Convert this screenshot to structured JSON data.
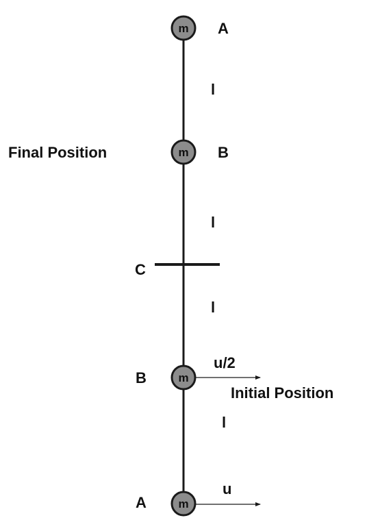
{
  "colors": {
    "line": "#1a1a1a",
    "mass_fill": "#8c8c8c",
    "mass_stroke": "#1a1a1a",
    "text": "#111111"
  },
  "masses": [
    {
      "letter": "m",
      "point_label": "A"
    },
    {
      "letter": "m",
      "point_label": "B"
    },
    {
      "letter": "m",
      "point_label": "B"
    },
    {
      "letter": "m",
      "point_label": "A"
    }
  ],
  "pivot_label": "C",
  "segment_labels": [
    "l",
    "l",
    "l",
    "l"
  ],
  "final_position_label": "Final Position",
  "initial_position_label": "Initial Position",
  "velocities": [
    {
      "label": "u/2"
    },
    {
      "label": "u"
    }
  ]
}
